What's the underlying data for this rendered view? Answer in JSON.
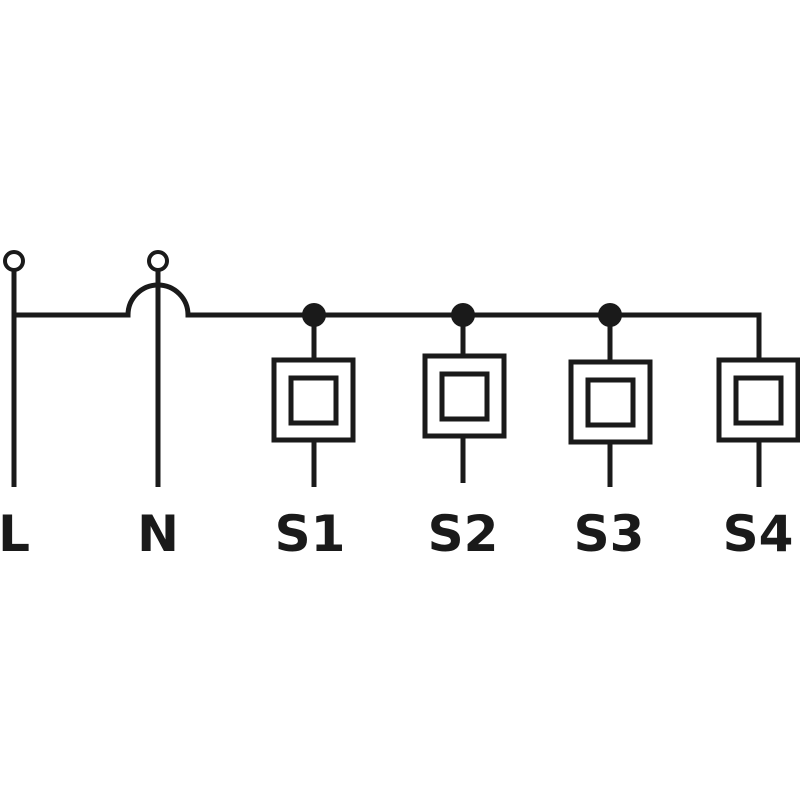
{
  "labels": {
    "L": "L",
    "N": "N",
    "S1": "S1",
    "S2": "S2",
    "S3": "S3",
    "S4": "S4"
  },
  "colors": {
    "line": "#1a1a1a",
    "background": "#ffffff"
  }
}
